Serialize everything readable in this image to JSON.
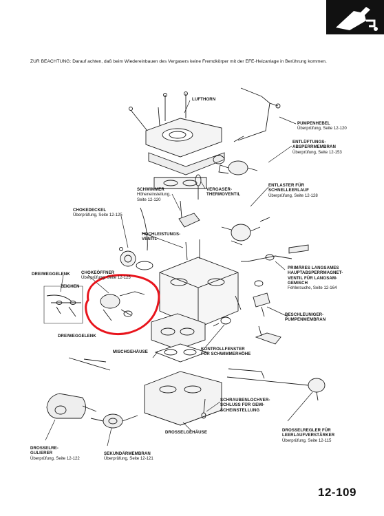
{
  "note": "ZUR BEACHTUNG: Darauf achten, daß beim Wiedereinbauen des Vergasers keine Fremdkörper mit der EFE-Heizanlage in Berührung kommen.",
  "page_number": "12-109",
  "highlight_color": "#e8141c",
  "labels": {
    "lufthorn": {
      "title": "LUFTHORN"
    },
    "pumpenhebel": {
      "title": "PUMPENHEBEL",
      "sub": "Überprüfung, Seite 12-120"
    },
    "entlueftung": {
      "title_1": "ENTLÜFTUNGS-",
      "title_2": "ABSPERRMEMBRAN",
      "sub": "Überprüfung, Seite 12-153"
    },
    "schwimmer": {
      "title": "SCHWIMMER",
      "sub_1": "Höheneinstellung,",
      "sub_2": "Seite 12-120"
    },
    "vergaser": {
      "title_1": "VERGASER-",
      "title_2": "THERMOVENTIL"
    },
    "entlaster": {
      "title_1": "ENTLASTER FÜR",
      "title_2": "SCHNELLEERLAUF",
      "sub": "Überprüfung, Seite 12-128"
    },
    "chokedeckel": {
      "title": "CHOKEDECKEL",
      "sub": "Überprüfung, Seite 12-125"
    },
    "hochleistung": {
      "title_1": "HOCHLEISTUNGS-",
      "title_2": "VENTIL"
    },
    "primaeres": {
      "title_1": "PRIMÄRES LANGSAMES",
      "title_2": "HAUPTABSPERRMAGNET-",
      "title_3": "VENTIL FÜR LANGSAM-",
      "title_4": "GEMISCH",
      "sub": "Fehlersuche, Seite 12-164"
    },
    "dreiweg_top": {
      "title": "DREIWEGGELENK"
    },
    "chokeoeffner": {
      "title": "CHOKEÖFFNER",
      "sub": "Überprüfung, Seite 12-125"
    },
    "zeichen": {
      "title": "ZEICHEN"
    },
    "beschleuniger": {
      "title_1": "BESCHLEUNIGER-",
      "title_2": "PUMPENMEMBRAN"
    },
    "dreiweg_bottom": {
      "title": "DREIWEGGELENK"
    },
    "mischgehaeuse": {
      "title": "MISCHGEHÄUSE"
    },
    "kontrollfenster": {
      "title_1": "KONTROLLFENSTER",
      "title_2": "FÜR SCHWIMMERHÖHE"
    },
    "schraubenloch": {
      "title_1": "SCHRAUBENLOCHVER-",
      "title_2": "SCHLUSS FÜR GEMI-",
      "title_3": "SCHEINSTELLUNG"
    },
    "drosselgehaeuse": {
      "title": "DROSSELGEHÄUSE"
    },
    "drosselregler": {
      "title_1": "DROSSELREGLER FÜR",
      "title_2": "LEERLAUFVERSTÄRKER",
      "sub": "Überprüfung, Seite 12-115"
    },
    "drosselre": {
      "title_1": "DROSSELRE-",
      "title_2": "GULIERER",
      "sub": "Überprüfung, Seite 12-122"
    },
    "sekundaer": {
      "title": "SEKUNDÄRMEMBRAN",
      "sub": "Überprüfung, Seite 12-121"
    }
  }
}
